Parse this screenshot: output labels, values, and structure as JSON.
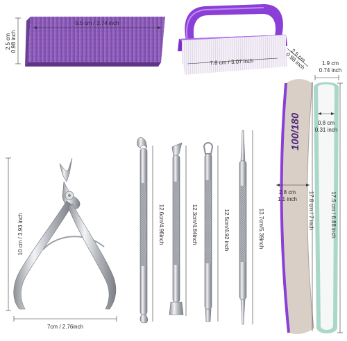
{
  "dimensions": {
    "buffer_length": "9.5 cm / 3.74 inch",
    "buffer_height_cm": "2.5 cm",
    "buffer_height_in": "0.98 inch",
    "brush_length": "7.8 cm / 3.07 inch",
    "brush_width_cm": "2.5 cm",
    "brush_width_in": "0.98 inch",
    "nipper_height": "10 cm / 3.93 inch",
    "nipper_width": "7cm / 2.76inch",
    "pusher1_length": "12.6cm/4.96inch",
    "pusher2_length": "12.3cm/4.84inch",
    "pusher3_length": "12.5cm/4.92 inch",
    "pusher4_length": "13.7cm/5.39inch",
    "file_curved_width_cm": "2.8 cm",
    "file_curved_width_in": "1.1 inch",
    "file_curved_length": "17.8 cm / 7 inch",
    "file_straight_top_cm": "1.9 cm",
    "file_straight_top_in": "0.74 inch",
    "file_straight_mid_cm": "0.8 cm",
    "file_straight_mid_in": "0.31 inch",
    "file_straight_length": "17.5 cm / 6.88 inch"
  },
  "file_grit": "100/180",
  "colors": {
    "buffer_purple": "#8a5bb8",
    "brush_purple": "#8a3fd6",
    "file_beige": "#d9cfc6",
    "file_mint": "#a9d8c8",
    "steel": "#c9ccd0"
  }
}
